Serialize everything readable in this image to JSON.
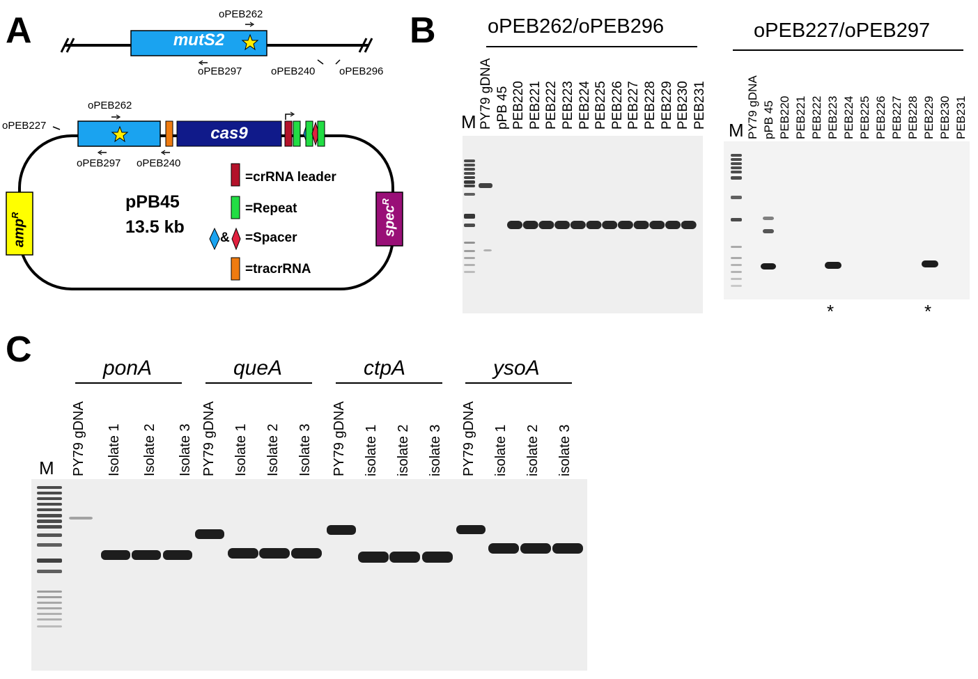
{
  "panels": {
    "A": "A",
    "B": "B",
    "C": "C"
  },
  "panelA": {
    "top_gene": "mutS2",
    "top_primers": {
      "p262": "oPEB262",
      "p297": "oPEB297",
      "p240": "oPEB240",
      "p296": "oPEB296"
    },
    "plasmid_primers": {
      "p262": "oPEB262",
      "p227": "oPEB227",
      "p297": "oPEB297",
      "p240": "oPEB240"
    },
    "cas9": "cas9",
    "plasmid_name": "pPB45",
    "plasmid_size": "13.5 kb",
    "amp": "amp",
    "amp_sup": "R",
    "spec": "spec",
    "spec_sup": "R",
    "legend": {
      "crrna": "=crRNA leader",
      "repeat": "=Repeat",
      "amp": "&",
      "spacer": "=Spacer",
      "tracr": "=tracrRNA"
    },
    "colors": {
      "blue": "#1aa3f0",
      "navy": "#101a8a",
      "red": "#b3122a",
      "green": "#22dd44",
      "orange": "#ef7b10",
      "yellow": "#ffff00",
      "purple": "#990f77"
    }
  },
  "panelB": {
    "left_header": "oPEB262/oPEB296",
    "right_header": "oPEB227/oPEB297",
    "marker": "M",
    "left_lanes": [
      "PY79 gDNA",
      "pPB 45",
      "PEB220",
      "PEB221",
      "PEB222",
      "PEB223",
      "PEB224",
      "PEB225",
      "PEB226",
      "PEB227",
      "PEB228",
      "PEB229",
      "PEB230",
      "PEB231"
    ],
    "right_lanes": [
      "PY79 gDNA",
      "pPB 45",
      "PEB220",
      "PEB221",
      "PEB222",
      "PEB223",
      "PEB224",
      "PEB225",
      "PEB226",
      "PEB227",
      "PEB228",
      "PEB229",
      "PEB230",
      "PEB231"
    ],
    "star": "*"
  },
  "panelC": {
    "marker": "M",
    "groups": [
      {
        "gene": "ponA",
        "lanes": [
          "PY79 gDNA",
          "Isolate 1",
          "Isolate 2",
          "Isolate 3"
        ]
      },
      {
        "gene": "queA",
        "lanes": [
          "PY79 gDNA",
          "Isolate 1",
          "Isolate 2",
          "Isolate 3"
        ]
      },
      {
        "gene": "ctpA",
        "lanes": [
          "PY79 gDNA",
          "isolate 1",
          "isolate 2",
          "isolate 3"
        ]
      },
      {
        "gene": "ysoA",
        "lanes": [
          "PY79 gDNA",
          "isolate 1",
          "isolate 2",
          "isolate 3"
        ]
      }
    ]
  }
}
